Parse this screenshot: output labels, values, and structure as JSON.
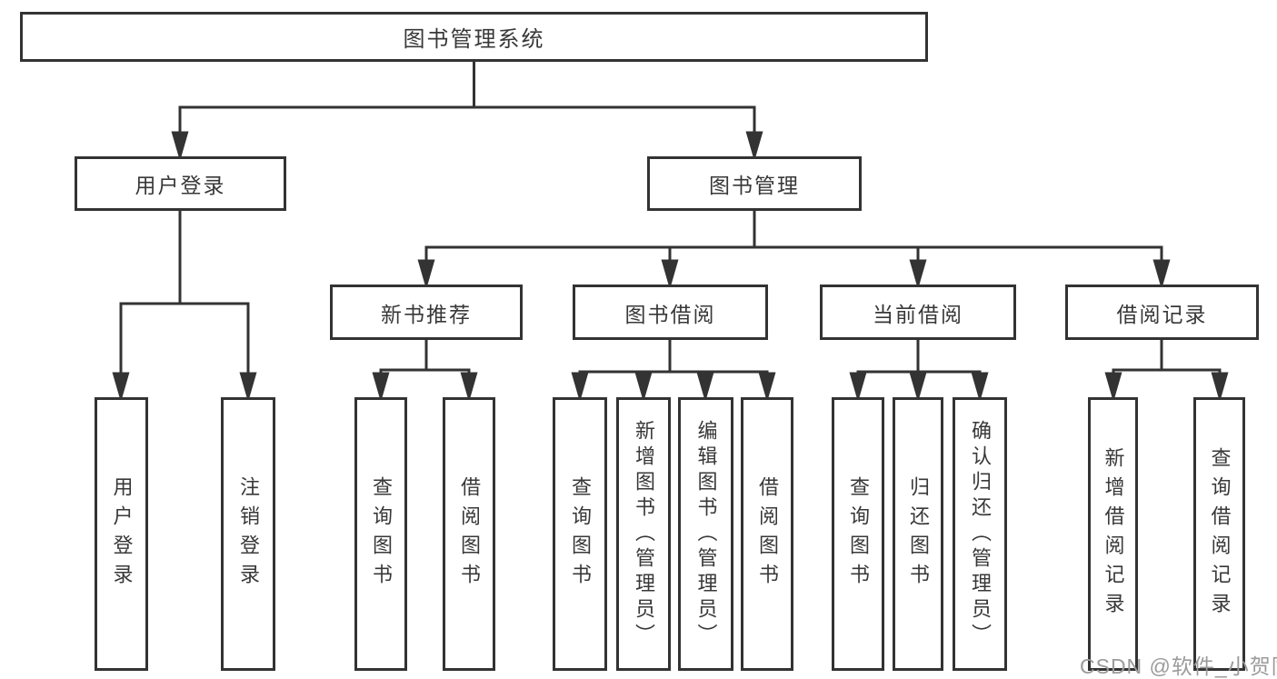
{
  "colors": {
    "line": "#333333",
    "box_border": "#333333",
    "text": "#383838",
    "watermark": "#9b9b9b",
    "background": "#ffffff"
  },
  "tree": {
    "root": {
      "label": "图书管理系统"
    },
    "children": [
      {
        "label": "用户登录",
        "children": [
          {
            "label": "用户登录"
          },
          {
            "label": "注销登录"
          }
        ]
      },
      {
        "label": "图书管理",
        "children": [
          {
            "label": "新书推荐",
            "children": [
              {
                "label": "查询图书"
              },
              {
                "label": "借阅图书"
              }
            ]
          },
          {
            "label": "图书借阅",
            "children": [
              {
                "label": "查询图书"
              },
              {
                "label": "新增图书（管理员）"
              },
              {
                "label": "编辑图书（管理员）"
              },
              {
                "label": "借阅图书"
              }
            ]
          },
          {
            "label": "当前借阅",
            "children": [
              {
                "label": "查询图书"
              },
              {
                "label": "归还图书"
              },
              {
                "label": "确认归还（管理员）"
              }
            ]
          },
          {
            "label": "借阅记录",
            "children": [
              {
                "label": "新增借阅记录"
              },
              {
                "label": "查询借阅记录"
              }
            ]
          }
        ]
      }
    ]
  },
  "watermark": {
    "text": "CSDN @软件_小贺同学"
  }
}
